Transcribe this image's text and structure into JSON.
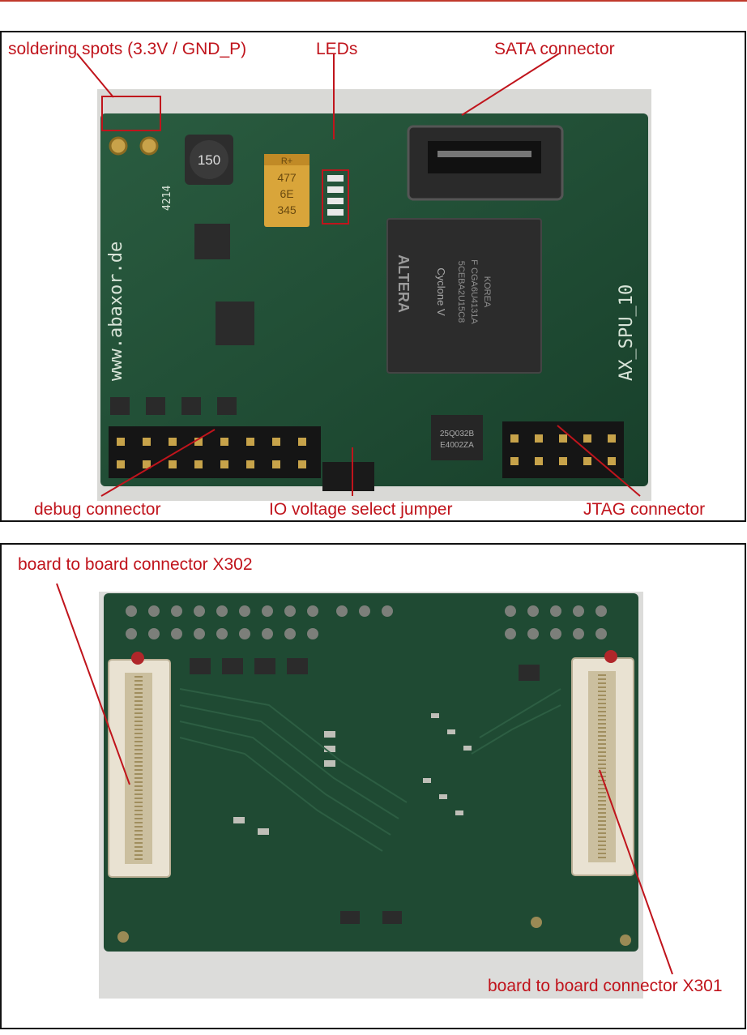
{
  "top_panel": {
    "labels": {
      "soldering": "soldering spots (3.3V / GND_P)",
      "leds": "LEDs",
      "sata": "SATA connector",
      "debug": "debug connector",
      "io_jumper": "IO voltage select jumper",
      "jtag": "JTAG connector"
    },
    "board_text": {
      "website": "www.abaxor.de",
      "model": "AX_SPU_10",
      "number": "4214",
      "inductor": "150",
      "cap_line1": "477",
      "cap_line2": "6E",
      "cap_line3": "345",
      "cap_brand": "R+",
      "fpga_brand": "ALTERA",
      "fpga_family": "Cyclone V",
      "fpga_part": "5CEBA2U15C8",
      "fpga_lot": "F CGA6U4131A",
      "fpga_origin": "KOREA",
      "flash_line1": "25Q032B",
      "flash_line2": "E4002ZA"
    }
  },
  "bottom_panel": {
    "labels": {
      "x302": "board to board connector X302",
      "x301": "board to board connector X301"
    }
  },
  "colors": {
    "accent": "#c0141c",
    "pcb": "#1f4d34",
    "frame": "#111111"
  }
}
